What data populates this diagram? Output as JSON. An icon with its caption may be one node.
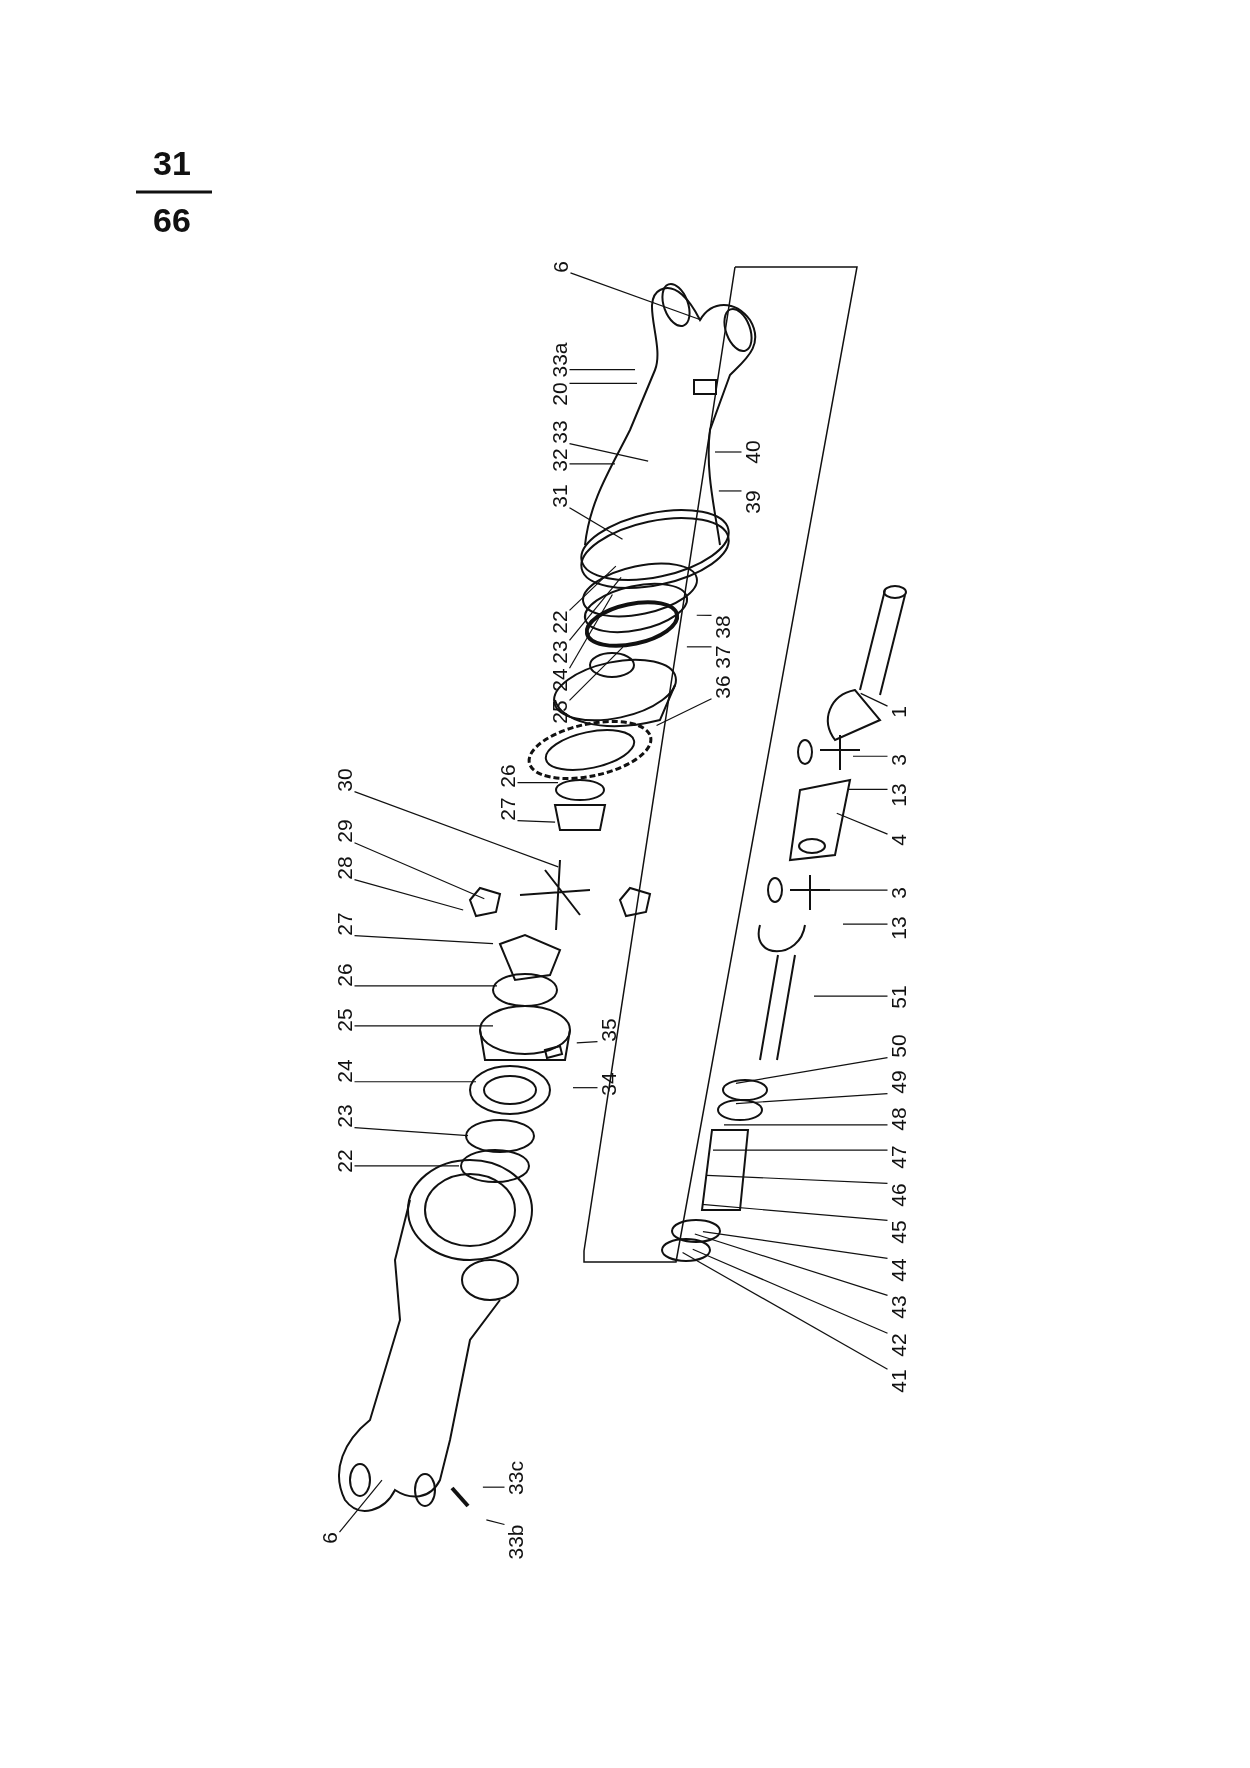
{
  "diagram": {
    "nodes": [
      {
        "text": [
          "6"
        ]
      },
      {
        "text": [
          "20"
        ]
      },
      {
        "text": [
          "33a"
        ]
      },
      {
        "text": [
          "31"
        ]
      },
      {
        "text": [
          "32"
        ]
      },
      {
        "text": [
          "33"
        ]
      },
      {
        "text": [
          "39"
        ]
      },
      {
        "text": [
          "40"
        ]
      },
      {
        "text": [
          "25"
        ]
      },
      {
        "text": [
          "24"
        ]
      },
      {
        "text": [
          "23"
        ]
      },
      {
        "text": [
          "22"
        ]
      },
      {
        "text": [
          "36"
        ]
      },
      {
        "text": [
          "37"
        ]
      },
      {
        "text": [
          "38"
        ]
      },
      {
        "text": [
          "27"
        ]
      },
      {
        "text": [
          "26"
        ]
      },
      {
        "text": [
          "22"
        ]
      },
      {
        "text": [
          "23"
        ]
      },
      {
        "text": [
          "24"
        ]
      },
      {
        "text": [
          "25"
        ]
      },
      {
        "text": [
          "26"
        ]
      },
      {
        "text": [
          "27"
        ]
      },
      {
        "text": [
          "28"
        ]
      },
      {
        "text": [
          "29"
        ]
      },
      {
        "text": [
          "30"
        ]
      },
      {
        "text": [
          "34"
        ]
      },
      {
        "text": [
          "35"
        ]
      },
      {
        "text": [
          "6"
        ]
      },
      {
        "text": [
          "33b"
        ]
      },
      {
        "text": [
          "33c"
        ]
      },
      {
        "text": [
          "41"
        ]
      },
      {
        "text": [
          "42"
        ]
      },
      {
        "text": [
          "43"
        ]
      },
      {
        "text": [
          "44"
        ]
      },
      {
        "text": [
          "45"
        ]
      },
      {
        "text": [
          "46"
        ]
      },
      {
        "text": [
          "47"
        ]
      },
      {
        "text": [
          "48"
        ]
      },
      {
        "text": [
          "49"
        ]
      },
      {
        "text": [
          "50"
        ]
      },
      {
        "text": [
          "51"
        ]
      },
      {
        "text": [
          "13"
        ]
      },
      {
        "text": [
          "3"
        ]
      },
      {
        "text": [
          "4"
        ]
      },
      {
        "text": [
          "13"
        ]
      },
      {
        "text": [
          "3"
        ]
      },
      {
        "text": [
          "1"
        ]
      }
    ],
    "edges": [
      {
        "from": 0,
        "to": null,
        "arrow": "none"
      },
      {
        "from": 1,
        "to": null,
        "arrow": "none"
      },
      {
        "from": 2,
        "to": null,
        "arrow": "none"
      },
      {
        "from": 3,
        "to": null,
        "arrow": "none"
      },
      {
        "from": 4,
        "to": null,
        "arrow": "none"
      },
      {
        "from": 5,
        "to": null,
        "arrow": "none"
      },
      {
        "from": 6,
        "to": null,
        "arrow": "none"
      },
      {
        "from": 7,
        "to": null,
        "arrow": "none"
      },
      {
        "from": 8,
        "to": null,
        "arrow": "none"
      },
      {
        "from": 9,
        "to": null,
        "arrow": "none"
      },
      {
        "from": 10,
        "to": null,
        "arrow": "none"
      },
      {
        "from": 11,
        "to": null,
        "arrow": "none"
      },
      {
        "from": 12,
        "to": null,
        "arrow": "none"
      },
      {
        "from": 13,
        "to": null,
        "arrow": "none"
      },
      {
        "from": 14,
        "to": null,
        "arrow": "none"
      },
      {
        "from": 15,
        "to": null,
        "arrow": "none"
      },
      {
        "from": 16,
        "to": null,
        "arrow": "none"
      },
      {
        "from": 17,
        "to": null,
        "arrow": "none"
      },
      {
        "from": 18,
        "to": null,
        "arrow": "none"
      },
      {
        "from": 19,
        "to": null,
        "arrow": "none"
      },
      {
        "from": 20,
        "to": null,
        "arrow": "none"
      },
      {
        "from": 21,
        "to": null,
        "arrow": "none"
      },
      {
        "from": 22,
        "to": null,
        "arrow": "none"
      },
      {
        "from": 23,
        "to": null,
        "arrow": "none"
      },
      {
        "from": 24,
        "to": null,
        "arrow": "none"
      },
      {
        "from": 25,
        "to": null,
        "arrow": "none"
      },
      {
        "from": 26,
        "to": null,
        "arrow": "none"
      },
      {
        "from": 27,
        "to": null,
        "arrow": "none"
      },
      {
        "from": 28,
        "to": null,
        "arrow": "none"
      },
      {
        "from": 29,
        "to": null,
        "arrow": "none"
      },
      {
        "from": 30,
        "to": null,
        "arrow": "none"
      },
      {
        "from": 31,
        "to": null,
        "arrow": "none"
      },
      {
        "from": 32,
        "to": null,
        "arrow": "none"
      },
      {
        "from": 33,
        "to": null,
        "arrow": "none"
      },
      {
        "from": 34,
        "to": null,
        "arrow": "none"
      },
      {
        "from": 35,
        "to": null,
        "arrow": "none"
      },
      {
        "from": 36,
        "to": null,
        "arrow": "none"
      },
      {
        "from": 37,
        "to": null,
        "arrow": "none"
      },
      {
        "from": 38,
        "to": null,
        "arrow": "none"
      },
      {
        "from": 39,
        "to": null,
        "arrow": "none"
      },
      {
        "from": 40,
        "to": null,
        "arrow": "none"
      },
      {
        "from": 41,
        "to": null,
        "arrow": "none"
      },
      {
        "from": 42,
        "to": null,
        "arrow": "none"
      },
      {
        "from": 43,
        "to": null,
        "arrow": "none"
      },
      {
        "from": 44,
        "to": null,
        "arrow": "none"
      },
      {
        "from": 45,
        "to": null,
        "arrow": "none"
      },
      {
        "from": 46,
        "to": null,
        "arrow": "none"
      },
      {
        "from": 47,
        "to": null,
        "arrow": "none"
      }
    ],
    "labels": [
      "31",
      "66"
    ]
  }
}
